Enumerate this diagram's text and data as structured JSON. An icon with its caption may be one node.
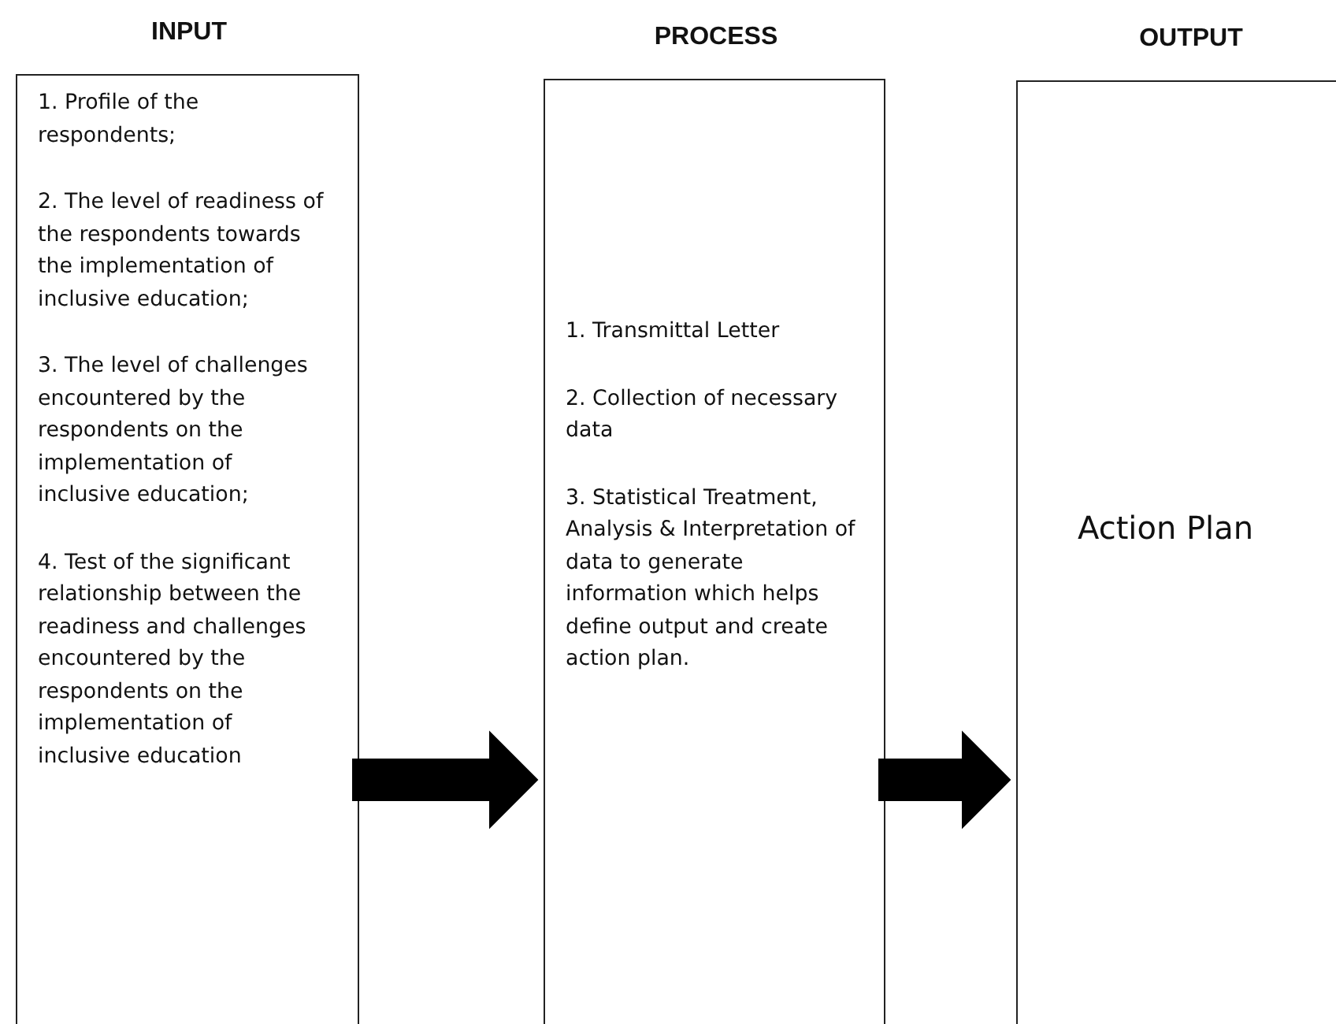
{
  "diagram": {
    "nodes": [
      {
        "text": [
          "INPUT",
          "1. Profile of the respondents;",
          "2. The level of readiness of the respondents towards the implementation of inclusive education;",
          "3. The level of challenges encountered by the respondents on the implementation of inclusive education;",
          "4. Test of the significant relationship between the readiness and challenges encountered by the respondents on the implementation of inclusive education"
        ]
      },
      {
        "text": [
          "PROCESS",
          "1. Transmittal Letter",
          "2. Collection of necessary data",
          "3. Statistical Treatment, Analysis & Interpretation of data to generate information which helps define output and create action plan."
        ]
      },
      {
        "text": [
          "OUTPUT",
          "Action Plan"
        ]
      }
    ],
    "edges": [
      {
        "from": 0,
        "to": 1,
        "arrow": "to"
      },
      {
        "from": 1,
        "to": 2,
        "arrow": "to"
      }
    ]
  }
}
